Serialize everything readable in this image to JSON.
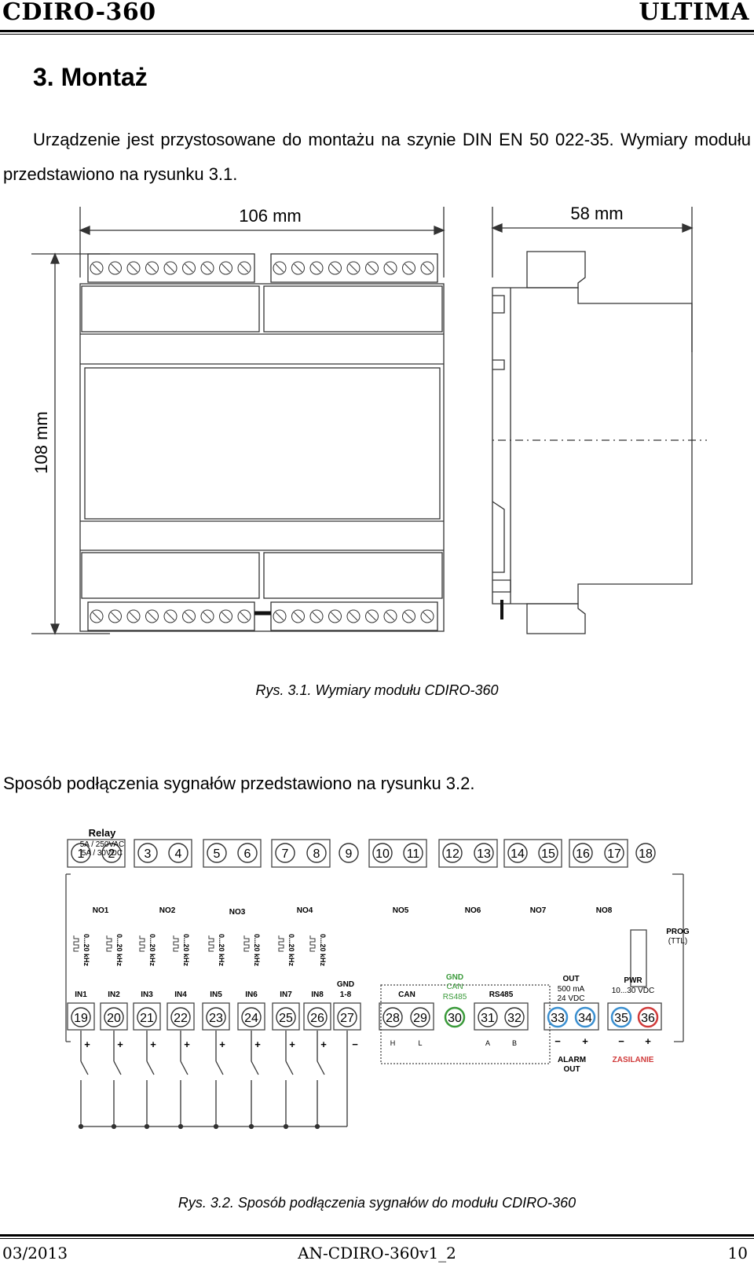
{
  "header": {
    "left": "CDIRO-360",
    "right": "ULTIMA"
  },
  "section_title": "3. Montaż",
  "paragraph1": "Urządzenie jest przystosowane do montażu na szynie DIN EN 50 022-35. Wymiary modułu przedstawiono na rysunku 3.1.",
  "figure1": {
    "width_label": "106 mm",
    "depth_label": "58 mm",
    "height_label": "108 mm",
    "caption": "Rys. 3.1. Wymiary modułu CDIRO-360"
  },
  "paragraph2": "Sposób podłączenia sygnałów przedstawiono na rysunku 3.2.",
  "figure2": {
    "relay_title": "Relay",
    "relay_spec1": "5A / 250VAC",
    "relay_spec2": "5A / 30VDC",
    "top_terminals": [
      "1",
      "2",
      "3",
      "4",
      "5",
      "6",
      "7",
      "8",
      "9",
      "10",
      "11",
      "12",
      "13",
      "14",
      "15",
      "16",
      "17",
      "18"
    ],
    "no_labels": [
      "NO1",
      "NO2",
      "NO3",
      "NO4",
      "NO5",
      "NO6",
      "NO7",
      "NO8"
    ],
    "freq_label": "0...20 kHz",
    "input_labels": [
      "IN1",
      "IN2",
      "IN3",
      "IN4",
      "IN5",
      "IN6",
      "IN7",
      "IN8"
    ],
    "bottom_terminals": [
      "19",
      "20",
      "21",
      "22",
      "23",
      "24",
      "25",
      "26",
      "27",
      "28",
      "29",
      "30",
      "31",
      "32",
      "33",
      "34",
      "35",
      "36"
    ],
    "gnd18_line1": "GND",
    "gnd18_line2": "1-8",
    "can_label": "CAN",
    "gnd_can_line1": "GND",
    "gnd_can_line2": "CAN",
    "gnd_can_line3": "RS485",
    "rs485_label": "RS485",
    "out_line1": "OUT",
    "out_line2": "500 mA",
    "out_line3": "24 VDC",
    "pwr_line1": "PWR",
    "pwr_line2": "10...30 VDC",
    "prog_line1": "PROG",
    "prog_line2": "(TTL)",
    "plus": "+",
    "minus": "−",
    "h_label": "H",
    "l_label": "L",
    "a_label": "A",
    "b_label": "B",
    "alarm_line1": "ALARM",
    "alarm_line2": "OUT",
    "zasilanie": "ZASILANIE",
    "caption": "Rys. 3.2. Sposób podłączenia sygnałów do modułu CDIRO-360",
    "colors": {
      "gnd_green": "#3a9a3a",
      "blue_ring": "#3a8fd0",
      "red_ring": "#d03a3a",
      "red_text": "#d03a3a"
    }
  },
  "footer": {
    "left": "03/2013",
    "center": "AN-CDIRO-360v1_2",
    "right": "10"
  }
}
